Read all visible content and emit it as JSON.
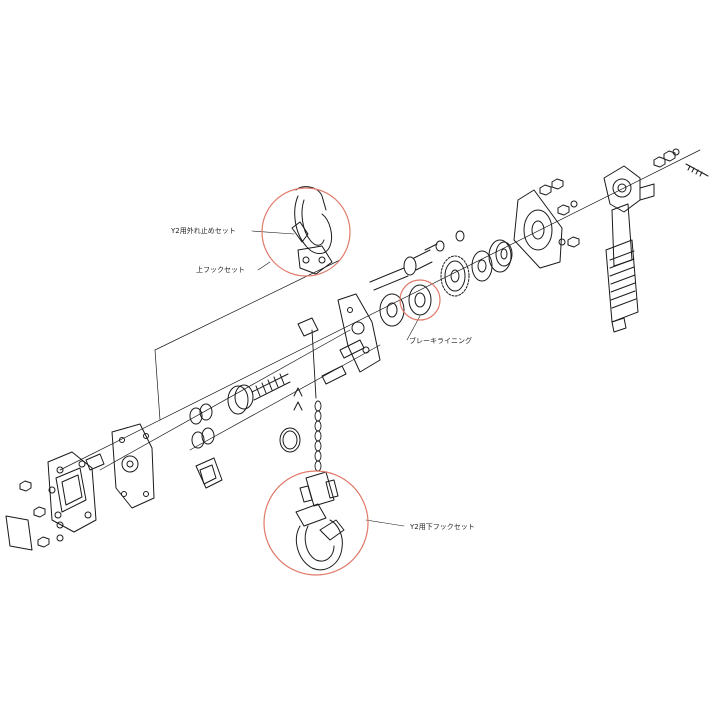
{
  "diagram": {
    "callouts": {
      "y2_latch_set": "Y2用外れ止めセット",
      "upper_hook_set": "上フックセット",
      "brake_lining": "ブレーキライニング",
      "y2_lower_hook_set": "Y2用下フックセット"
    },
    "colors": {
      "line_art": "#1a1a1a",
      "highlight_circle": "#e07a6a",
      "background": "#ffffff"
    }
  }
}
